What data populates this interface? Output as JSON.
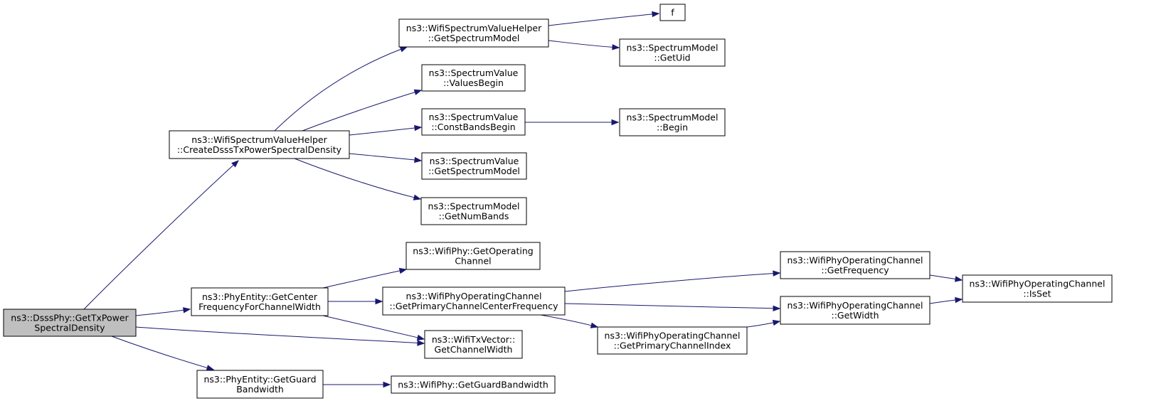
{
  "colors": {
    "edge": "#191970",
    "node_fill": "#ffffff",
    "root_fill": "#bfbfbf",
    "node_border": "#000000"
  },
  "nodes": [
    {
      "id": "root",
      "lines": [
        "ns3::DsssPhy::GetTxPower",
        "SpectralDensity"
      ],
      "root": true
    },
    {
      "id": "createDsss",
      "lines": [
        "ns3::WifiSpectrumValueHelper",
        "::CreateDsssTxPowerSpectralDensity"
      ]
    },
    {
      "id": "getCenterFreq",
      "lines": [
        "ns3::PhyEntity::GetCenter",
        "FrequencyForChannelWidth"
      ]
    },
    {
      "id": "txVectorWidth",
      "lines": [
        "ns3::WifiTxVector::",
        "GetChannelWidth"
      ]
    },
    {
      "id": "guardBw",
      "lines": [
        "ns3::PhyEntity::GetGuard",
        "Bandwidth"
      ]
    },
    {
      "id": "helperSpectrumModel",
      "lines": [
        "ns3::WifiSpectrumValueHelper",
        "::GetSpectrumModel"
      ]
    },
    {
      "id": "valuesBegin",
      "lines": [
        "ns3::SpectrumValue",
        "::ValuesBegin"
      ]
    },
    {
      "id": "constBandsBegin",
      "lines": [
        "ns3::SpectrumValue",
        "::ConstBandsBegin"
      ]
    },
    {
      "id": "svGetSpectrumModel",
      "lines": [
        "ns3::SpectrumValue",
        "::GetSpectrumModel"
      ]
    },
    {
      "id": "numBands",
      "lines": [
        "ns3::SpectrumModel",
        "::GetNumBands"
      ]
    },
    {
      "id": "f",
      "lines": [
        "f"
      ]
    },
    {
      "id": "getUid",
      "lines": [
        "ns3::SpectrumModel",
        "::GetUid"
      ]
    },
    {
      "id": "smBegin",
      "lines": [
        "ns3::SpectrumModel",
        "::Begin"
      ]
    },
    {
      "id": "getOperatingChannel",
      "lines": [
        "ns3::WifiPhy::GetOperating",
        "Channel"
      ]
    },
    {
      "id": "primaryCenterFreq",
      "lines": [
        "ns3::WifiPhyOperatingChannel",
        "::GetPrimaryChannelCenterFrequency"
      ]
    },
    {
      "id": "phyGuardBw",
      "lines": [
        "ns3::WifiPhy::GetGuardBandwidth"
      ]
    },
    {
      "id": "opGetFrequency",
      "lines": [
        "ns3::WifiPhyOperatingChannel",
        "::GetFrequency"
      ]
    },
    {
      "id": "opGetWidth",
      "lines": [
        "ns3::WifiPhyOperatingChannel",
        "::GetWidth"
      ]
    },
    {
      "id": "primaryIndex",
      "lines": [
        "ns3::WifiPhyOperatingChannel",
        "::GetPrimaryChannelIndex"
      ]
    },
    {
      "id": "isSet",
      "lines": [
        "ns3::WifiPhyOperatingChannel",
        "::IsSet"
      ]
    }
  ],
  "edges": [
    {
      "from": "root",
      "to": "createDsss"
    },
    {
      "from": "root",
      "to": "getCenterFreq"
    },
    {
      "from": "root",
      "to": "txVectorWidth"
    },
    {
      "from": "root",
      "to": "guardBw"
    },
    {
      "from": "createDsss",
      "to": "helperSpectrumModel"
    },
    {
      "from": "createDsss",
      "to": "valuesBegin"
    },
    {
      "from": "createDsss",
      "to": "constBandsBegin"
    },
    {
      "from": "createDsss",
      "to": "svGetSpectrumModel"
    },
    {
      "from": "createDsss",
      "to": "numBands"
    },
    {
      "from": "helperSpectrumModel",
      "to": "f"
    },
    {
      "from": "helperSpectrumModel",
      "to": "getUid"
    },
    {
      "from": "constBandsBegin",
      "to": "smBegin"
    },
    {
      "from": "getCenterFreq",
      "to": "getOperatingChannel"
    },
    {
      "from": "getCenterFreq",
      "to": "primaryCenterFreq"
    },
    {
      "from": "getCenterFreq",
      "to": "txVectorWidth"
    },
    {
      "from": "guardBw",
      "to": "phyGuardBw"
    },
    {
      "from": "primaryCenterFreq",
      "to": "opGetFrequency"
    },
    {
      "from": "primaryCenterFreq",
      "to": "opGetWidth"
    },
    {
      "from": "primaryCenterFreq",
      "to": "primaryIndex"
    },
    {
      "from": "primaryIndex",
      "to": "opGetWidth"
    },
    {
      "from": "opGetFrequency",
      "to": "isSet"
    },
    {
      "from": "opGetWidth",
      "to": "isSet"
    }
  ]
}
